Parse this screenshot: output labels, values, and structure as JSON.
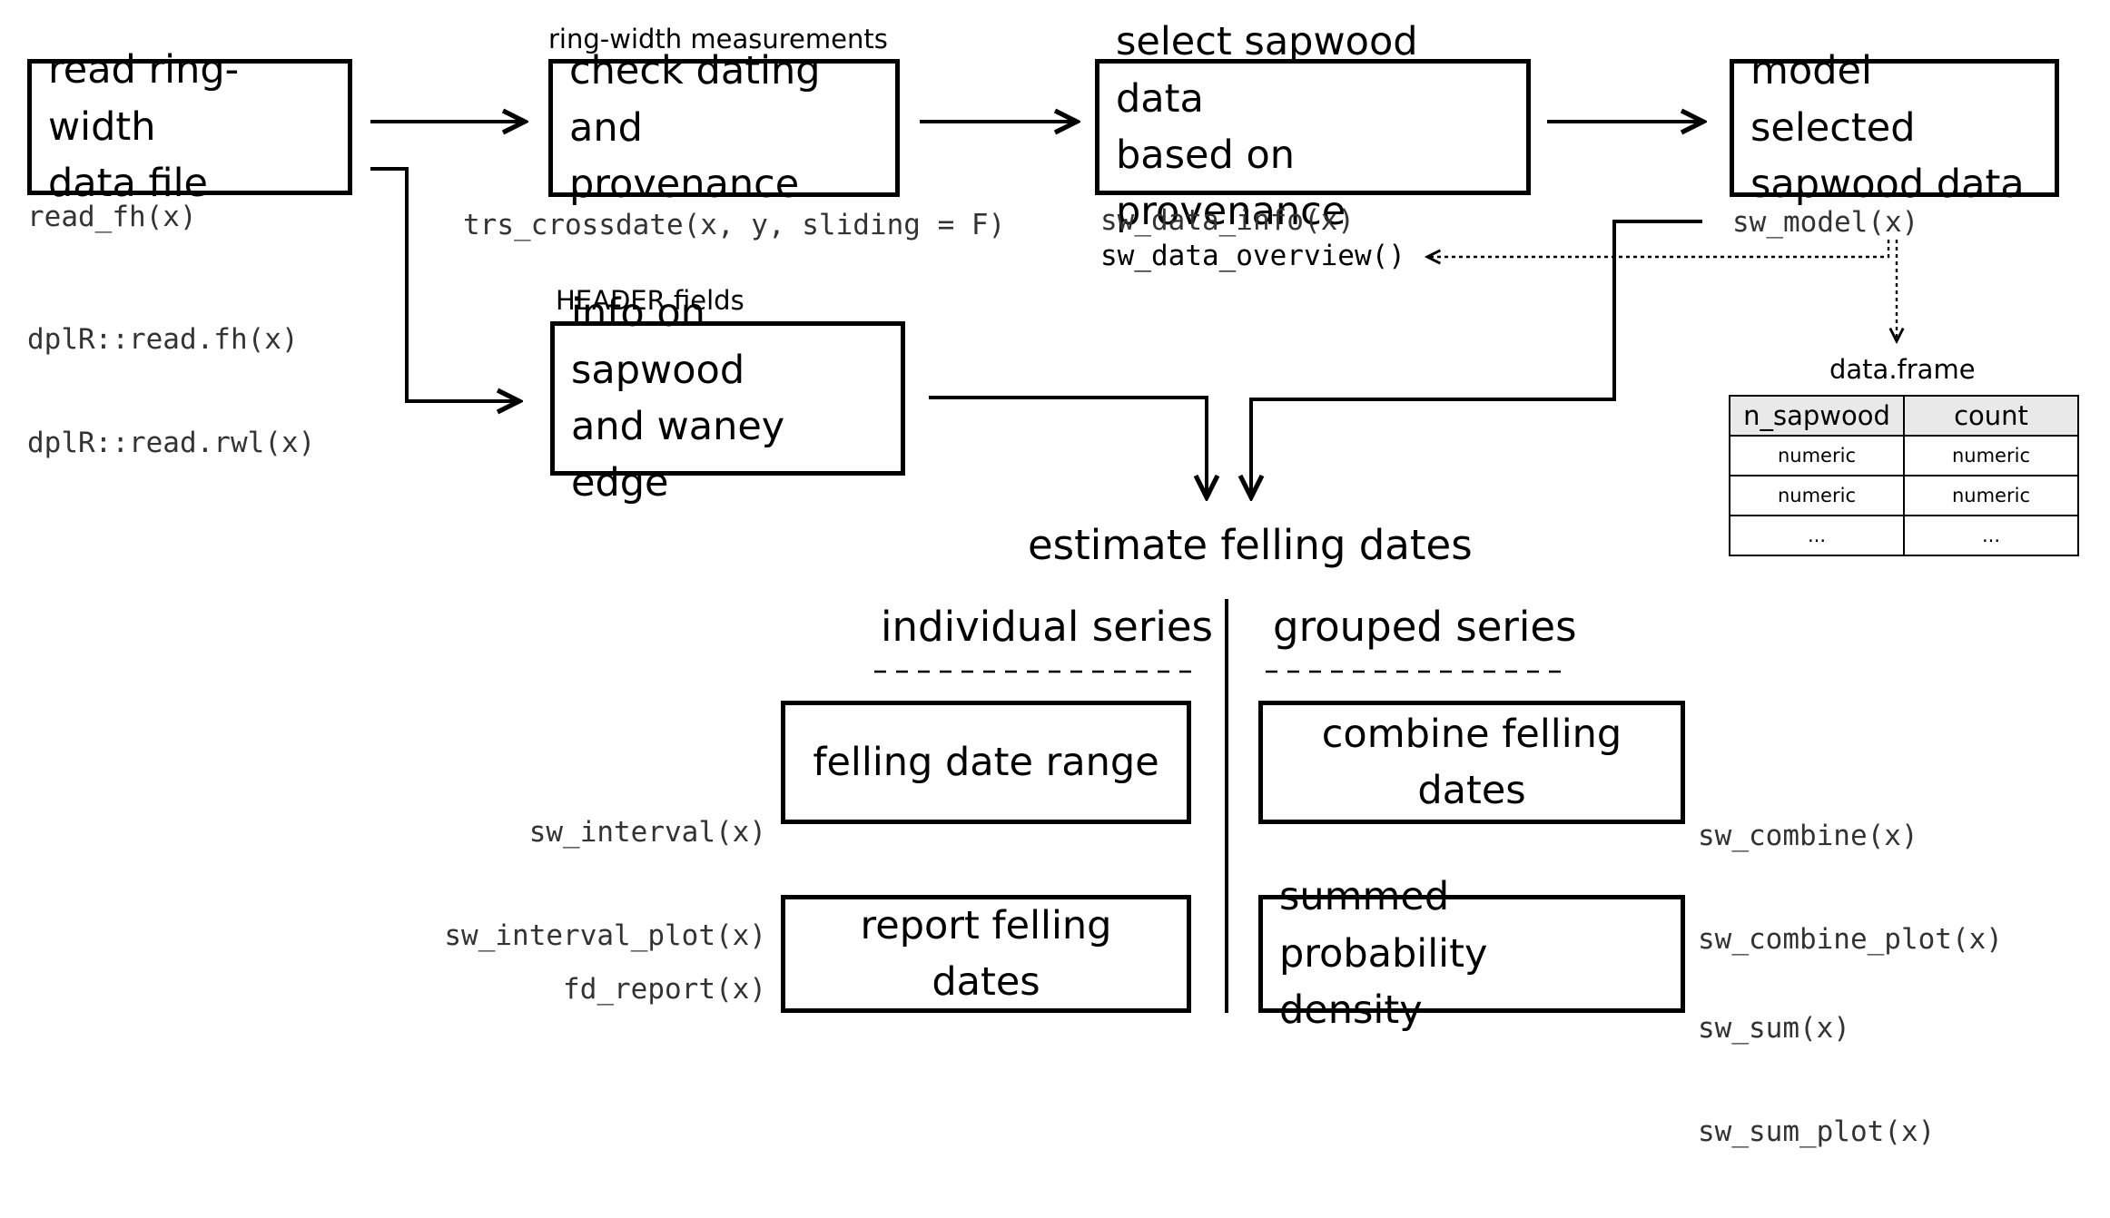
{
  "boxes": {
    "read_file": [
      "read ring-width",
      "data file"
    ],
    "check_dating": [
      "check dating and",
      "provenance"
    ],
    "select_sapwood": [
      "select sapwood data",
      "based on provenance"
    ],
    "model_sapwood": [
      "model selected",
      "sapwood data"
    ],
    "info_sapwood": [
      "info on sapwood",
      "and waney edge"
    ],
    "felling_range": [
      "felling date range"
    ],
    "report_felling": [
      "report felling dates"
    ],
    "combine_felling": [
      "combine felling dates"
    ],
    "summed_density": [
      "summed probability",
      "density"
    ]
  },
  "labels": {
    "ring_width_measurements": "ring-width measurements",
    "header_fields": "HEADER fields",
    "estimate": "estimate felling dates",
    "individual_series": "individual series",
    "grouped_series": "grouped series",
    "data_frame": "data.frame"
  },
  "code": {
    "read_fh": "read_fh(x)",
    "dplr_read_fh": "dplR::read.fh(x)",
    "dplr_read_rwl": "dplR::read.rwl(x)",
    "trs_crossdate": "trs_crossdate(x, y, sliding = F)",
    "sw_data_info": "sw_data_info(x)",
    "sw_data_overview": "sw_data_overview()",
    "sw_model": "sw_model(x)",
    "sw_interval": "sw_interval(x)",
    "sw_interval_plot": "sw_interval_plot(x)",
    "fd_report": "fd_report(x)",
    "sw_combine": "sw_combine(x)",
    "sw_combine_plot": "sw_combine_plot(x)",
    "sw_sum": "sw_sum(x)",
    "sw_sum_plot": "sw_sum_plot(x)"
  },
  "table": {
    "headers": [
      "n_sapwood",
      "count"
    ],
    "rows": [
      [
        "numeric",
        "numeric"
      ],
      [
        "numeric",
        "numeric"
      ],
      [
        "...",
        "..."
      ]
    ]
  }
}
